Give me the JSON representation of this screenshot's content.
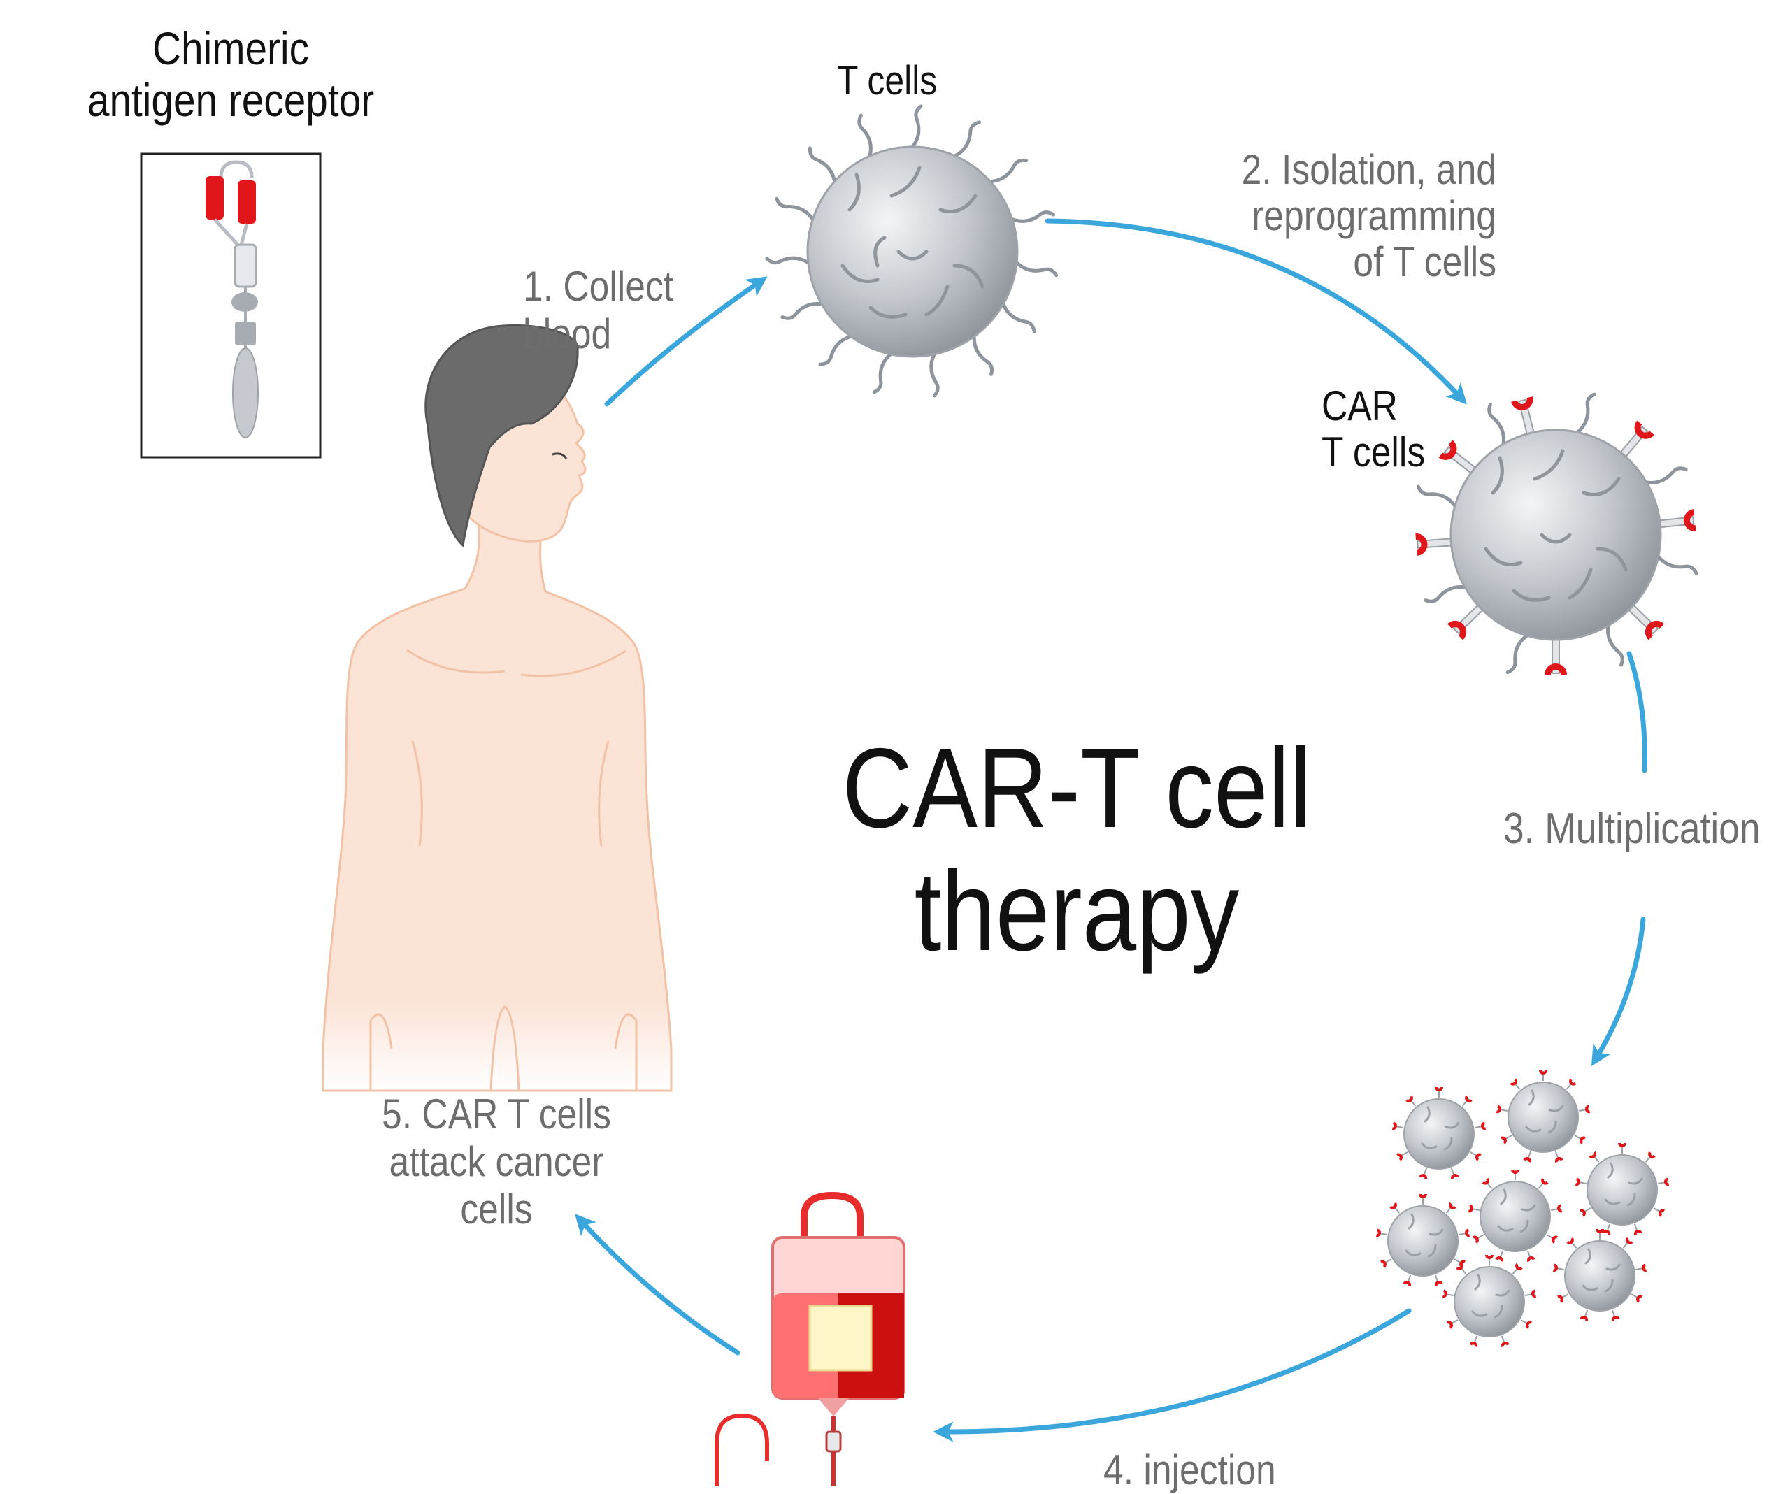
{
  "title": {
    "line1": "CAR-T cell",
    "line2": "therapy"
  },
  "receptor": {
    "line1": "Chimeric",
    "line2": "antigen receptor"
  },
  "tcells_label": "T cells",
  "car_tcells_label": {
    "line1": "CAR",
    "line2": "T cells"
  },
  "steps": {
    "collect": {
      "line1": "1. Collect",
      "line2": "blood"
    },
    "isolation": {
      "line1": "2. Isolation, and",
      "line2": "reprogramming",
      "line3": "of T cells"
    },
    "multiplication": "3. Multiplication",
    "injection": "4. injection",
    "attack": {
      "line1": "5. CAR T cells",
      "line2": "attack cancer",
      "line3": "cells"
    }
  },
  "colors": {
    "arrow": "#3aa6dc",
    "cell": "#b9bdc3",
    "receptor": "#e0161b",
    "skin": "#fbe3d6",
    "hair": "#6b6b6b",
    "bag_blood": "#e82b2b"
  },
  "icons": [
    "human-figure-icon",
    "t-cell-icon",
    "car-t-cell-icon",
    "cell-cluster-icon",
    "iv-bag-icon",
    "receptor-molecule-icon"
  ]
}
